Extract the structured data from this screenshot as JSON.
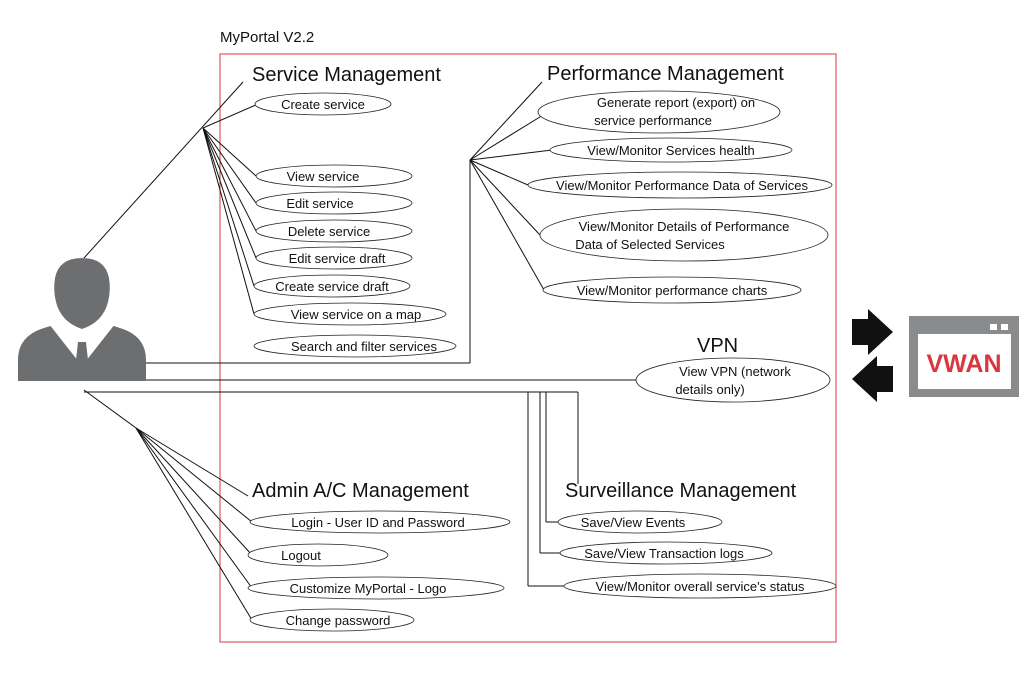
{
  "title": "MyPortal V2.2",
  "colors": {
    "boundary": "#d9363e",
    "actor": "#6d6e70",
    "vwan_text": "#d9363e",
    "vwan_box": "#8a8b8d"
  },
  "icons": {
    "actor": "user-icon",
    "vwan": "vwan-window-icon",
    "arrow_in": "arrow-right-icon",
    "arrow_out": "arrow-left-icon"
  },
  "service": {
    "heading": "Service Management",
    "items": [
      "Create service",
      "View service",
      "Edit service",
      "Delete service",
      "Edit service draft",
      "Create service draft",
      "View service on a map",
      "Search and filter services"
    ]
  },
  "performance": {
    "heading": "Performance Management",
    "items": [
      [
        "Generate report (export) on",
        "service performance"
      ],
      [
        "View/Monitor Services health"
      ],
      [
        "View/Monitor Performance Data of Services"
      ],
      [
        "View/Monitor Details of Performance",
        "Data of Selected Services"
      ],
      [
        "View/Monitor performance charts"
      ]
    ]
  },
  "vpn": {
    "heading": "VPN",
    "items": [
      [
        "View VPN (network",
        "details only)"
      ]
    ]
  },
  "admin": {
    "heading": "Admin A/C Management",
    "items": [
      "Login - User ID and Password",
      "Logout",
      "Customize MyPortal - Logo",
      "Change password"
    ]
  },
  "surveillance": {
    "heading": "Surveillance Management",
    "items": [
      "Save/View Events",
      "Save/View Transaction logs",
      "View/Monitor overall service's status"
    ]
  },
  "vwan": {
    "label": "VWAN"
  }
}
